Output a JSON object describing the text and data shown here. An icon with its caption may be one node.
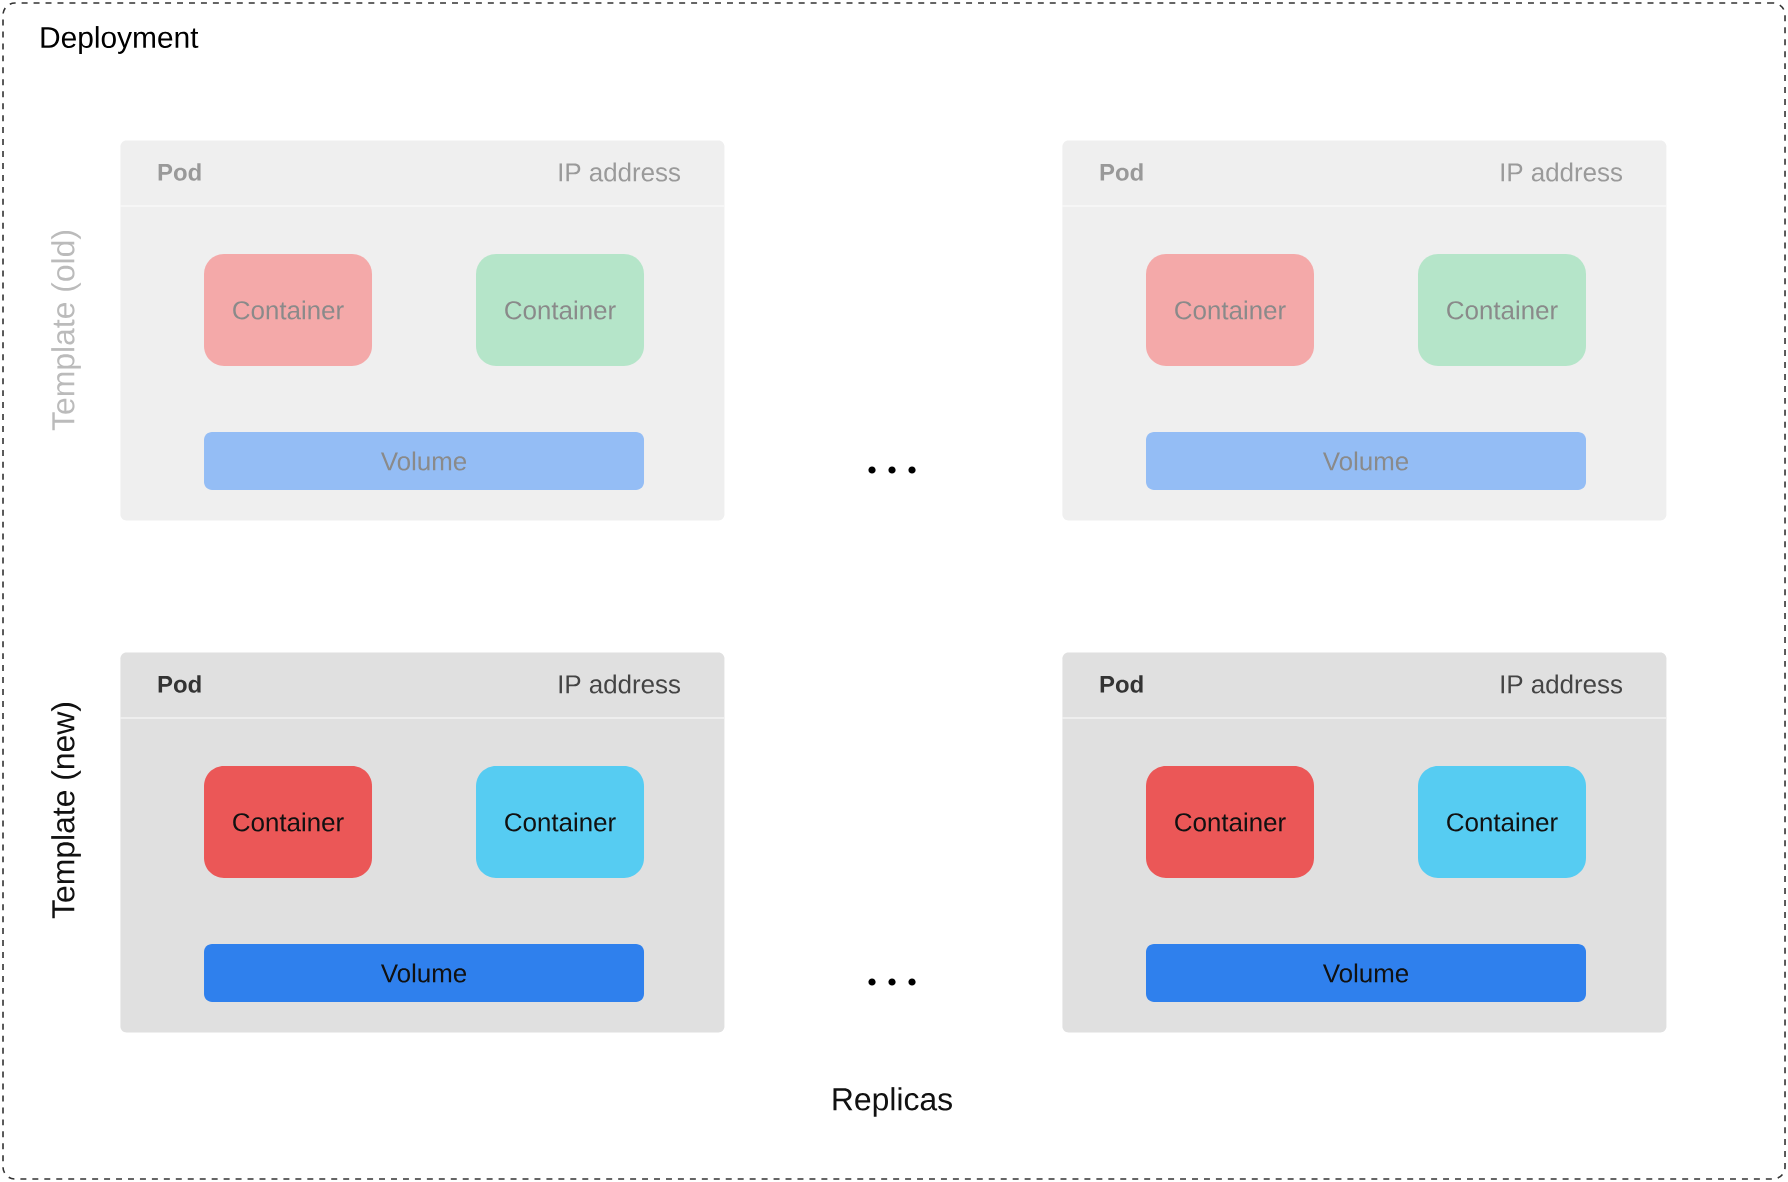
{
  "diagram": {
    "nodes": [
      {
        "text": [
          "Deployment"
        ]
      },
      {
        "text": [
          "Pod",
          "IP address"
        ],
        "in": 0
      },
      {
        "text": [
          "Container"
        ],
        "in": 1
      },
      {
        "text": [
          "Container"
        ],
        "in": 1
      },
      {
        "text": [
          "Volume"
        ],
        "in": 1
      },
      {
        "text": [
          "Pod",
          "IP address"
        ],
        "in": 0
      },
      {
        "text": [
          "Container"
        ],
        "in": 5
      },
      {
        "text": [
          "Container"
        ],
        "in": 5
      },
      {
        "text": [
          "Volume"
        ],
        "in": 5
      },
      {
        "text": [
          "Pod",
          "IP address"
        ],
        "in": 0
      },
      {
        "text": [
          "Container"
        ],
        "in": 9
      },
      {
        "text": [
          "Container"
        ],
        "in": 9
      },
      {
        "text": [
          "Volume"
        ],
        "in": 9
      },
      {
        "text": [
          "Pod",
          "IP address"
        ],
        "in": 0
      },
      {
        "text": [
          "Container"
        ],
        "in": 13
      },
      {
        "text": [
          "Container"
        ],
        "in": 13
      },
      {
        "text": [
          "Volume"
        ],
        "in": 13
      }
    ],
    "labels": [
      "Template (old)",
      "Template (new)",
      "Replicas"
    ]
  }
}
